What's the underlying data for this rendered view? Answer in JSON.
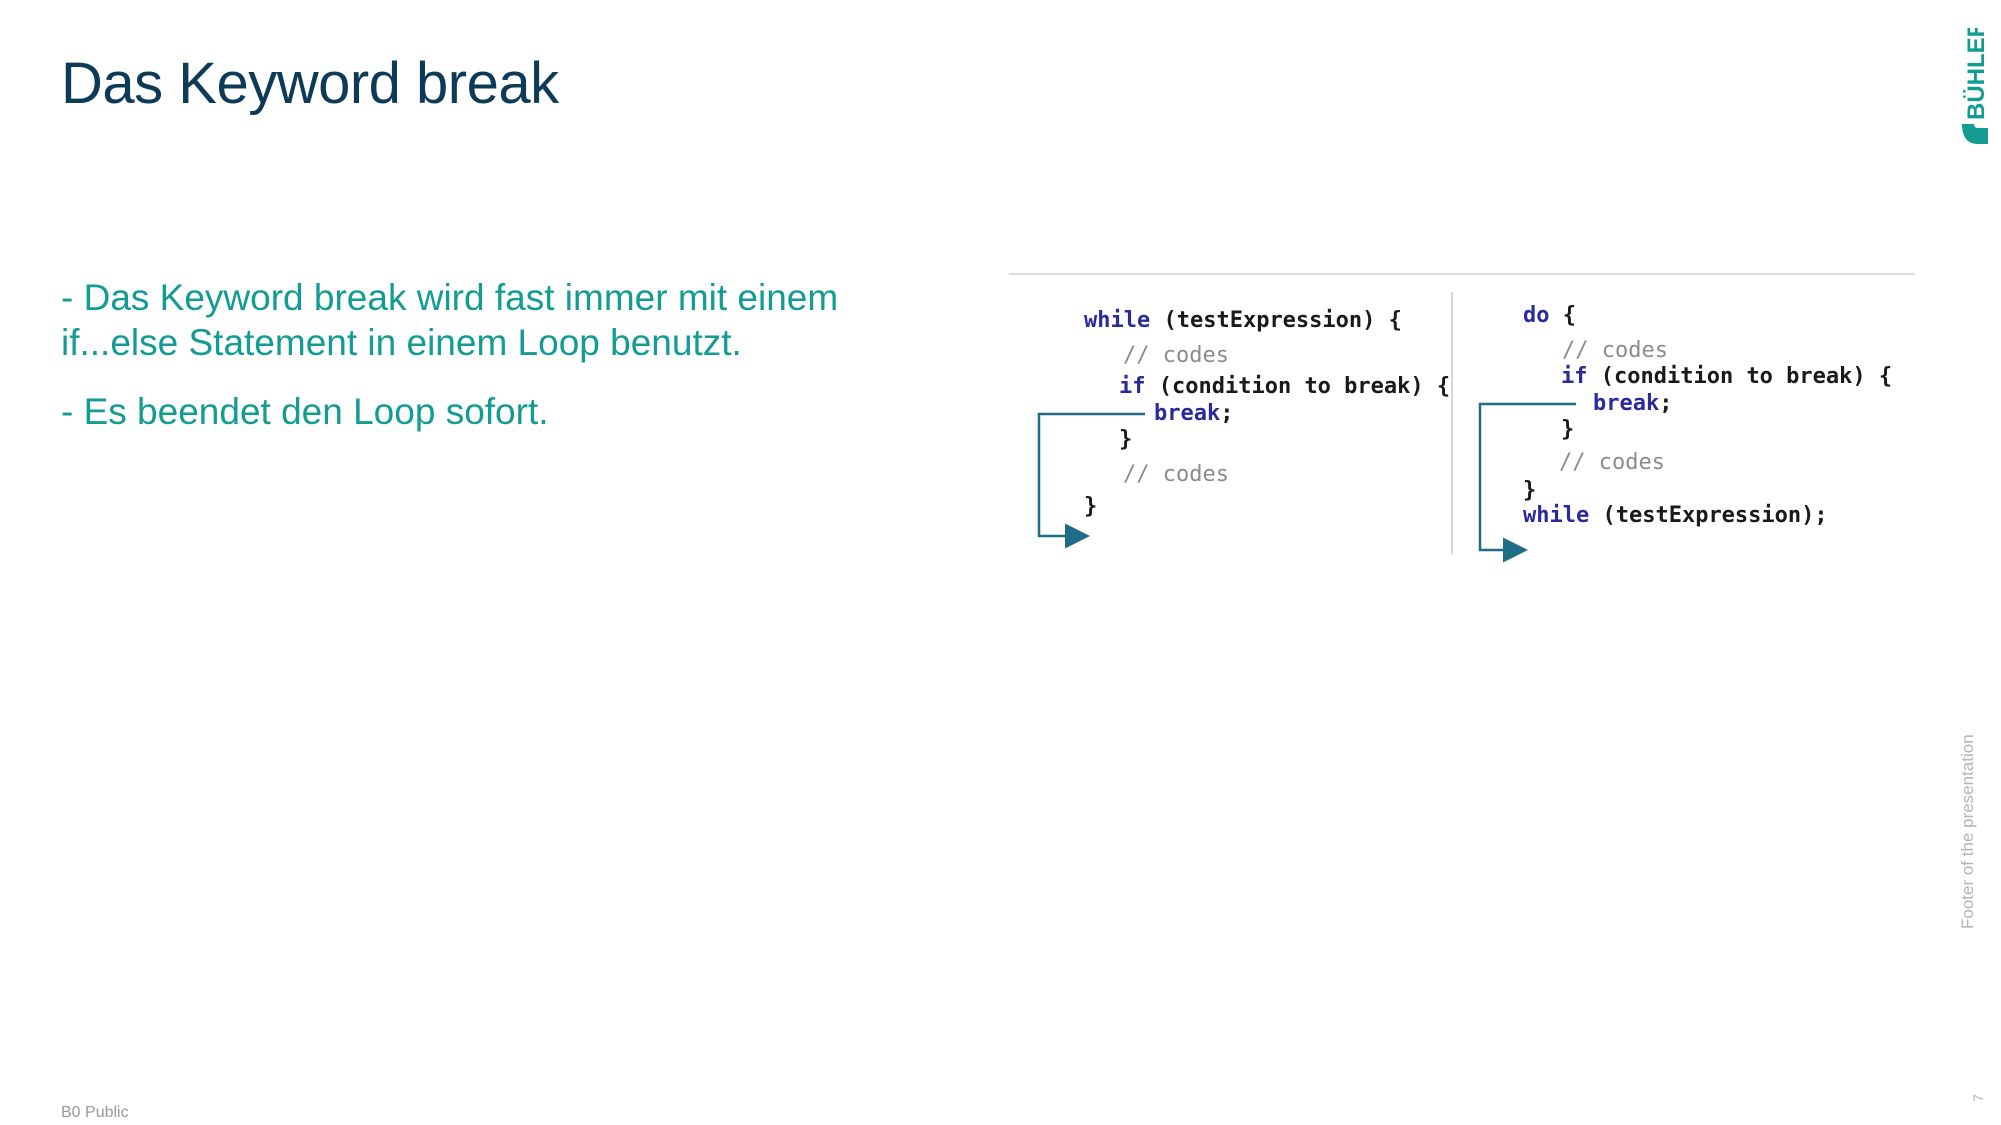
{
  "slide": {
    "title": "Das Keyword break",
    "bullets": [
      "- Das Keyword break wird fast immer mit einem if...else Statement in einem Loop benutzt.",
      "- Es beendet den Loop sofort."
    ],
    "footer_classification": "B0 Public",
    "footer_text": "Footer of the presentation",
    "page_number": "7"
  },
  "logo": {
    "text": "BÜHLER",
    "color": "#129c92"
  },
  "code_figure": {
    "while_loop": {
      "line1_kw": "while",
      "line1_rest": " (testExpression) {",
      "line2": "// codes",
      "line3_kw": "if",
      "line3_rest": " (condition to break) {",
      "line4_kw": "break",
      "line4_rest": ";",
      "line5": "}",
      "line6": "// codes",
      "line7": "}"
    },
    "do_while_loop": {
      "line1_kw": "do",
      "line1_rest": " {",
      "line2": "// codes",
      "line3_kw": "if",
      "line3_rest": " (condition to break) {",
      "line4_kw": "break",
      "line4_rest": ";",
      "line5": "}",
      "line6": "// codes",
      "line7": "}",
      "line8_kw": "while",
      "line8_rest": " (testExpression);"
    },
    "arrow_color": "#1f6c86",
    "keyword_color": "#2a2a9a",
    "comment_color": "#8c8c8c"
  },
  "colors": {
    "title": "#0d3b57",
    "bullet": "#129c92"
  }
}
